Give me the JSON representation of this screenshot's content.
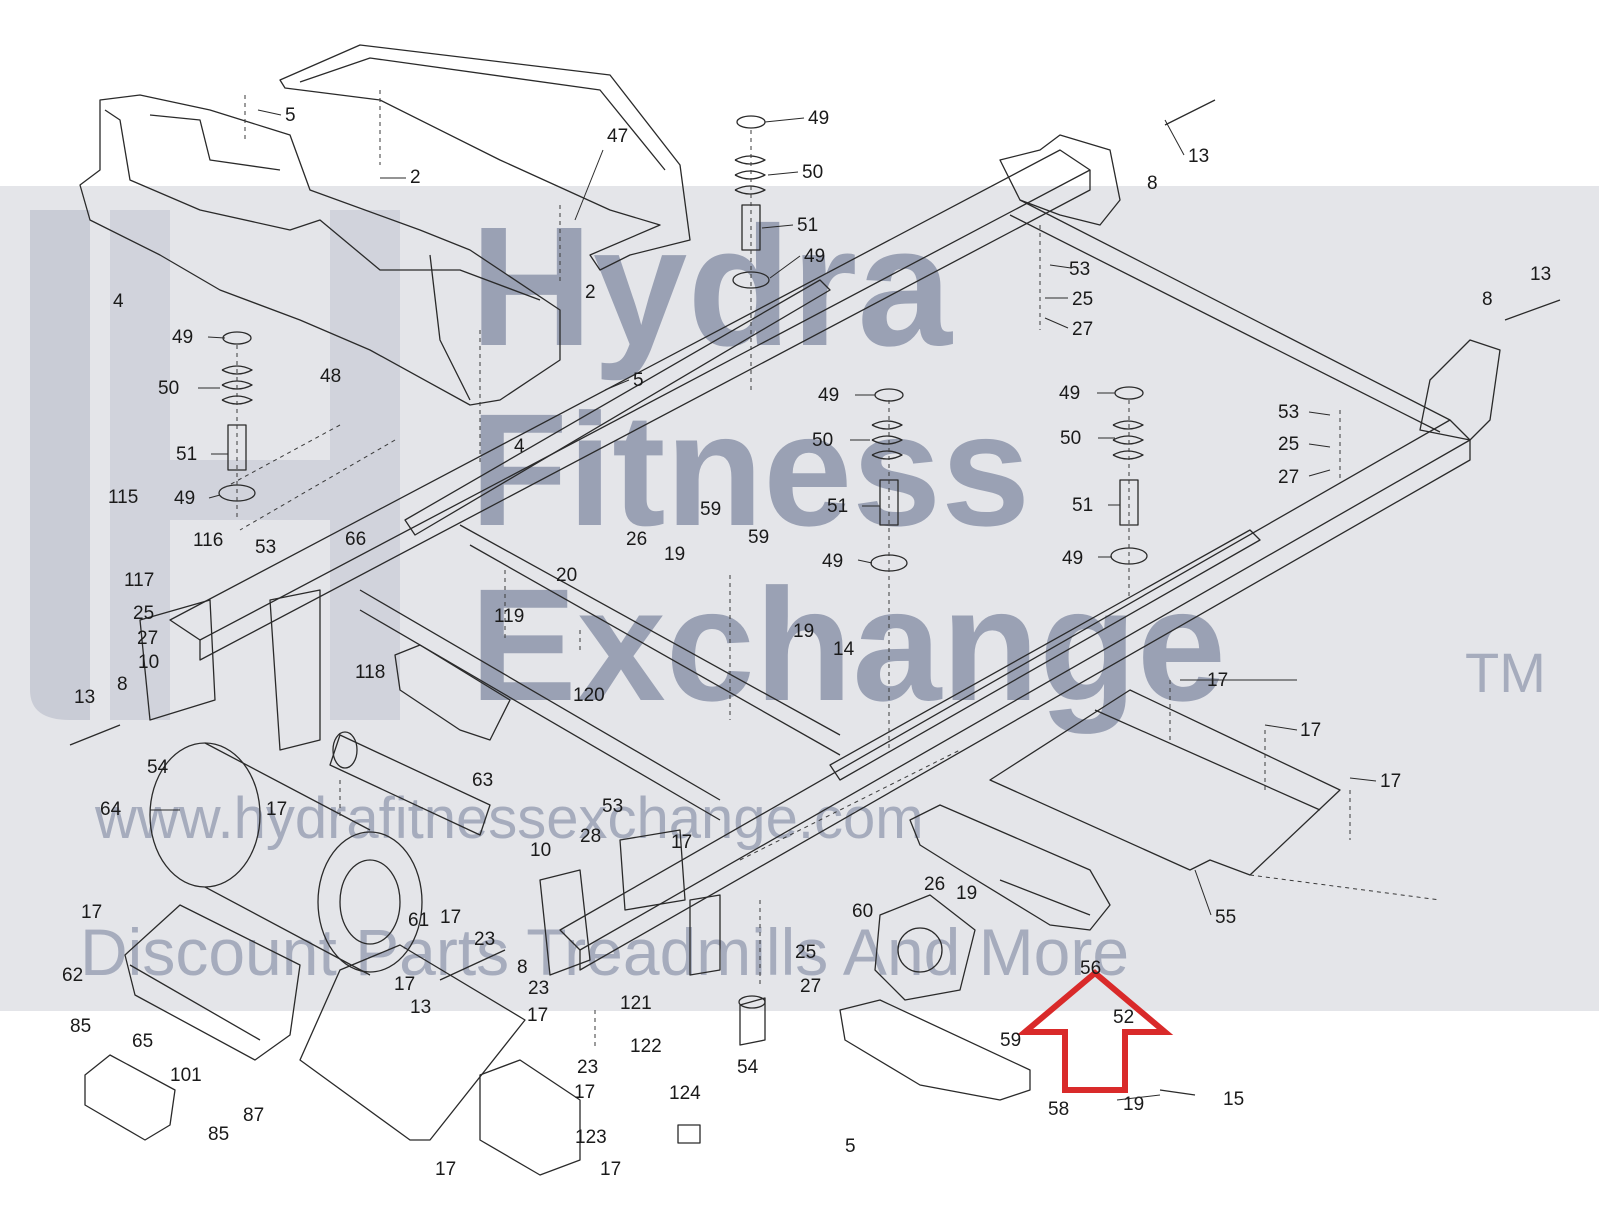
{
  "watermark": {
    "brand_line1": "Hydra",
    "brand_line2": "Fitness",
    "brand_line3": "Exchange",
    "trademark": "TM",
    "website": "www.hydrafitnessexchange.com",
    "tagline": "Discount Parts Treadmills And More"
  },
  "highlight": {
    "color": "#d92a2a",
    "shape": "arrow-up-outline"
  },
  "callouts": [
    {
      "id": "c5a",
      "text": "5"
    },
    {
      "id": "c2a",
      "text": "2"
    },
    {
      "id": "c47",
      "text": "47"
    },
    {
      "id": "c49a",
      "text": "49"
    },
    {
      "id": "c50a",
      "text": "50"
    },
    {
      "id": "c51a",
      "text": "51"
    },
    {
      "id": "c49b",
      "text": "49"
    },
    {
      "id": "c13a",
      "text": "13"
    },
    {
      "id": "c8a",
      "text": "8"
    },
    {
      "id": "c4a",
      "text": "4"
    },
    {
      "id": "c2b",
      "text": "2"
    },
    {
      "id": "c53a",
      "text": "53"
    },
    {
      "id": "c25a",
      "text": "25"
    },
    {
      "id": "c27a",
      "text": "27"
    },
    {
      "id": "c13b",
      "text": "13"
    },
    {
      "id": "c8b",
      "text": "8"
    },
    {
      "id": "c49c",
      "text": "49"
    },
    {
      "id": "c48",
      "text": "48"
    },
    {
      "id": "c50b",
      "text": "50"
    },
    {
      "id": "c5b",
      "text": "5"
    },
    {
      "id": "c49d",
      "text": "49"
    },
    {
      "id": "c50c",
      "text": "50"
    },
    {
      "id": "c49e",
      "text": "49"
    },
    {
      "id": "c50d",
      "text": "50"
    },
    {
      "id": "c53b",
      "text": "53"
    },
    {
      "id": "c25b",
      "text": "25"
    },
    {
      "id": "c27b",
      "text": "27"
    },
    {
      "id": "c51b",
      "text": "51"
    },
    {
      "id": "c4b",
      "text": "4"
    },
    {
      "id": "c49f",
      "text": "49"
    },
    {
      "id": "c51c",
      "text": "51"
    },
    {
      "id": "c51d",
      "text": "51"
    },
    {
      "id": "c115",
      "text": "115"
    },
    {
      "id": "c59a",
      "text": "59"
    },
    {
      "id": "c59b",
      "text": "59"
    },
    {
      "id": "c116",
      "text": "116"
    },
    {
      "id": "c53c",
      "text": "53"
    },
    {
      "id": "c66",
      "text": "66"
    },
    {
      "id": "c26a",
      "text": "26"
    },
    {
      "id": "c19a",
      "text": "19"
    },
    {
      "id": "c49g",
      "text": "49"
    },
    {
      "id": "c49h",
      "text": "49"
    },
    {
      "id": "c117",
      "text": "117"
    },
    {
      "id": "c20",
      "text": "20"
    },
    {
      "id": "c25c",
      "text": "25"
    },
    {
      "id": "c119",
      "text": "119"
    },
    {
      "id": "c27c",
      "text": "27"
    },
    {
      "id": "c19b",
      "text": "19"
    },
    {
      "id": "c14",
      "text": "14"
    },
    {
      "id": "c10a",
      "text": "10"
    },
    {
      "id": "c118",
      "text": "118"
    },
    {
      "id": "c120",
      "text": "120"
    },
    {
      "id": "c17a",
      "text": "17"
    },
    {
      "id": "c13c",
      "text": "13"
    },
    {
      "id": "c8c",
      "text": "8"
    },
    {
      "id": "c17b",
      "text": "17"
    },
    {
      "id": "c54a",
      "text": "54"
    },
    {
      "id": "c17c",
      "text": "17"
    },
    {
      "id": "c63",
      "text": "63"
    },
    {
      "id": "c64",
      "text": "64"
    },
    {
      "id": "c17d",
      "text": "17"
    },
    {
      "id": "c53d",
      "text": "53"
    },
    {
      "id": "c17e",
      "text": "17"
    },
    {
      "id": "c28",
      "text": "28"
    },
    {
      "id": "c10b",
      "text": "10"
    },
    {
      "id": "c26b",
      "text": "26"
    },
    {
      "id": "c19c",
      "text": "19"
    },
    {
      "id": "c60",
      "text": "60"
    },
    {
      "id": "c55",
      "text": "55"
    },
    {
      "id": "c17f",
      "text": "17"
    },
    {
      "id": "c61",
      "text": "61"
    },
    {
      "id": "c17g",
      "text": "17"
    },
    {
      "id": "c23a",
      "text": "23"
    },
    {
      "id": "c56",
      "text": "56"
    },
    {
      "id": "c25d",
      "text": "25"
    },
    {
      "id": "c62",
      "text": "62"
    },
    {
      "id": "c17h",
      "text": "17"
    },
    {
      "id": "c8d",
      "text": "8"
    },
    {
      "id": "c23b",
      "text": "23"
    },
    {
      "id": "c27d",
      "text": "27"
    },
    {
      "id": "c13d",
      "text": "13"
    },
    {
      "id": "c17i",
      "text": "17"
    },
    {
      "id": "c121",
      "text": "121"
    },
    {
      "id": "c52",
      "text": "52"
    },
    {
      "id": "c59c",
      "text": "59"
    },
    {
      "id": "c85a",
      "text": "85"
    },
    {
      "id": "c65",
      "text": "65"
    },
    {
      "id": "c122",
      "text": "122"
    },
    {
      "id": "c23c",
      "text": "23"
    },
    {
      "id": "c54b",
      "text": "54"
    },
    {
      "id": "c101",
      "text": "101"
    },
    {
      "id": "c17j",
      "text": "17"
    },
    {
      "id": "c124",
      "text": "124"
    },
    {
      "id": "c87",
      "text": "87"
    },
    {
      "id": "c58",
      "text": "58"
    },
    {
      "id": "c15",
      "text": "15"
    },
    {
      "id": "c19d",
      "text": "19"
    },
    {
      "id": "c85b",
      "text": "85"
    },
    {
      "id": "c123",
      "text": "123"
    },
    {
      "id": "c5c",
      "text": "5"
    },
    {
      "id": "c17k",
      "text": "17"
    },
    {
      "id": "c17l",
      "text": "17"
    }
  ]
}
